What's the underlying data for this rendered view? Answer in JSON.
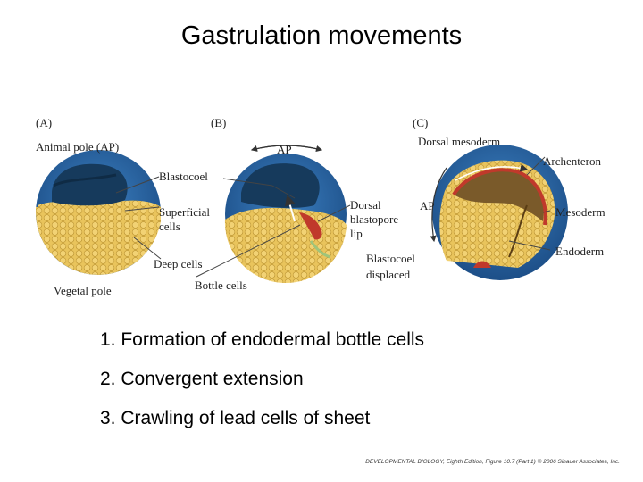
{
  "slide": {
    "title": "Gastrulation movements"
  },
  "figure": {
    "panel_a": {
      "letter": "(A)",
      "animal_pole": "Animal pole (AP)",
      "blastocoel": "Blastocoel",
      "superficial_1": "Superficial",
      "superficial_2": "cells",
      "deep_cells": "Deep cells",
      "vegetal_pole": "Vegetal pole"
    },
    "panel_b": {
      "letter": "(B)",
      "ap": "AP",
      "dorsal_1": "Dorsal",
      "dorsal_2": "blastopore",
      "dorsal_3": "lip",
      "bottle_cells": "Bottle cells"
    },
    "panel_c": {
      "letter": "(C)",
      "dorsal_mesoderm": "Dorsal mesoderm",
      "ap": "AP",
      "archenteron": "Archenteron",
      "mesoderm": "Mesoderm",
      "endoderm": "Endoderm",
      "blastocoel_1": "Blastocoel",
      "blastocoel_2": "displaced"
    }
  },
  "steps": [
    "1. Formation of endodermal bottle cells",
    "2. Convergent extension",
    "3. Crawling of lead cells of sheet"
  ],
  "credit": "DEVELOPMENTAL BIOLOGY, Eighth Edition, Figure 10.7 (Part 1)  © 2006 Sinauer Associates, Inc."
}
